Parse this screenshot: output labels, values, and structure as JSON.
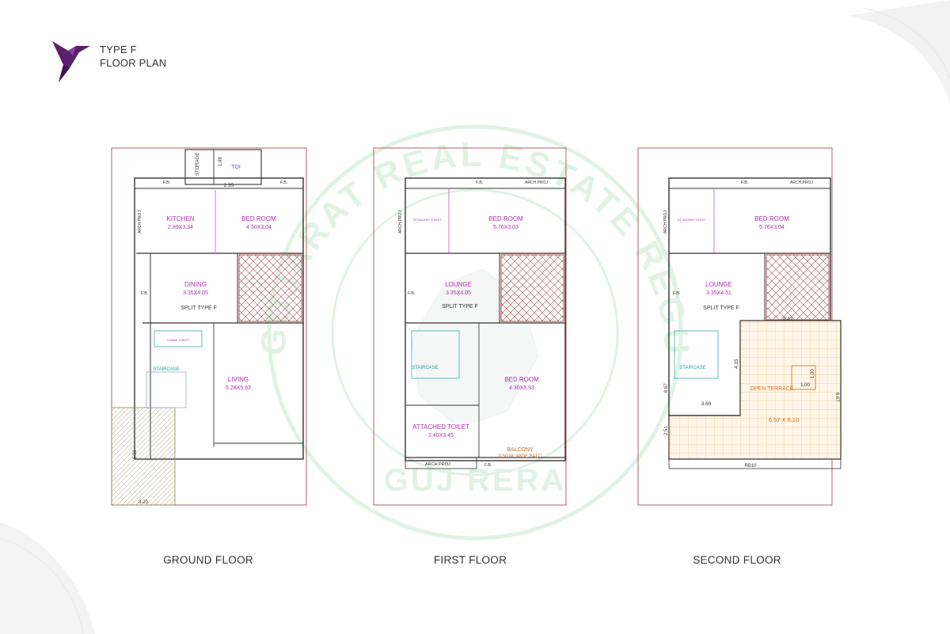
{
  "header": {
    "title_line1": "TYPE F",
    "title_line2": "FLOOR PLAN",
    "brand_color": "#5b1f6e"
  },
  "watermark": {
    "arc_text": "GUJARAT REAL ESTATE REGULATORY AUTHORITY",
    "bottom_text": "GUJ RERA",
    "color": "#bfe3c8"
  },
  "floors": {
    "ground": {
      "caption": "GROUND FLOOR",
      "storage": "STORAGE",
      "toi": "TOI",
      "dim_198": "1.98",
      "dim_235": "2.35",
      "fb1": "F.B.",
      "fb2": "F.B.",
      "fb3": "F.B.",
      "arch": "ARCH.PROJ",
      "kitchen": "KITCHEN",
      "kitchen_dim": "2.89X3.34",
      "bed": "BED ROOM",
      "bed_dim": "4.30X3.04",
      "dining": "DINING",
      "dining_dim": "3.35X4.05",
      "split": "SPLIT TYPE F",
      "comm_toilet": "COMM. TOILET",
      "staircase": "STAIRCASE",
      "living": "LIVING",
      "living_dim": "6.28X5.93",
      "dim_501": "5.01",
      "dim_320": "3.20"
    },
    "first": {
      "caption": "FIRST FLOOR",
      "fb1": "F.B.",
      "fb2": "F.B.",
      "fb3": "F.B.",
      "arch1": "ARCH.PROJ",
      "arch2": "ARCH.PROJ",
      "arch3": "ARCH.PROJ",
      "att_toilet_small": "ATTACHED TOILET",
      "bed1": "BED ROOM",
      "bed1_dim": "5.76X3.03",
      "lounge": "LOUNGE",
      "lounge_dim": "3.35X4.05",
      "split": "SPLIT TYPE F",
      "staircase": "STAIRCASE",
      "bed2": "BED ROOM",
      "bed2_dim": "4.30X5.93",
      "att_toilet": "ATTACHED TOILET",
      "att_toilet_dim": "2.40X3.45",
      "balcony": "BALCONY",
      "balcony_desc": "0.50 M. WIDE BALC"
    },
    "second": {
      "caption": "SECOND FLOOR",
      "fb1": "F.B.",
      "fb2": "F.B.",
      "arch1": "ARCH.PROJ",
      "arch2": "ARCH.PROJ",
      "att_toilet_small": "ATTACHED TOILET",
      "bed": "BED ROOM",
      "bed_dim": "5.76X3.04",
      "lounge": "LOUNGE",
      "lounge_dim": "3.35X4.51",
      "split": "SPLIT TYPE F",
      "staircase": "STAIRCASE",
      "dim_442": "4.42",
      "dim_415": "4.15",
      "dim_667": "6.67",
      "dim_369": "3.69",
      "dim_251": "2.51",
      "dim_100a": "1.00",
      "dim_100b": "1.00",
      "open_terrace": "OPEN TERRACE",
      "terrace_dim": "6.57 X 8.10",
      "dim_667b": "6.67",
      "rb": "RB10"
    }
  }
}
